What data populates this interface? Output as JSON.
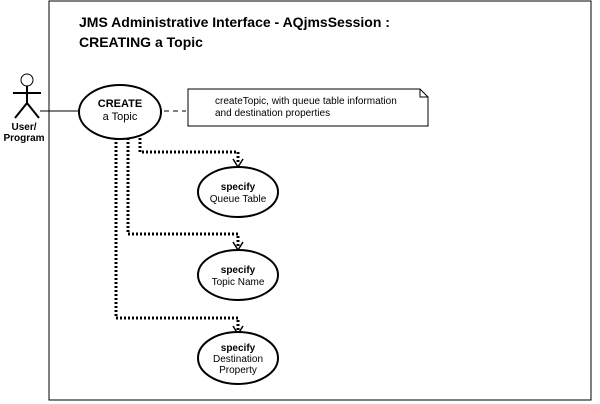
{
  "title": {
    "line1": "JMS Administrative Interface  -  AQjmsSession :",
    "line2": "CREATING a Topic"
  },
  "actor": {
    "label_line1": "User/",
    "label_line2": "Program"
  },
  "main_usecase": {
    "line1": "CREATE",
    "line2": "a Topic"
  },
  "note": {
    "line1": "createTopic, with queue table information",
    "line2": "and destination properties"
  },
  "usecases": [
    {
      "line1": "specify",
      "line2": "Queue Table"
    },
    {
      "line1": "specify",
      "line2": "Topic Name"
    },
    {
      "line1": "specify",
      "line2": "Destination",
      "line3": "Property"
    }
  ]
}
